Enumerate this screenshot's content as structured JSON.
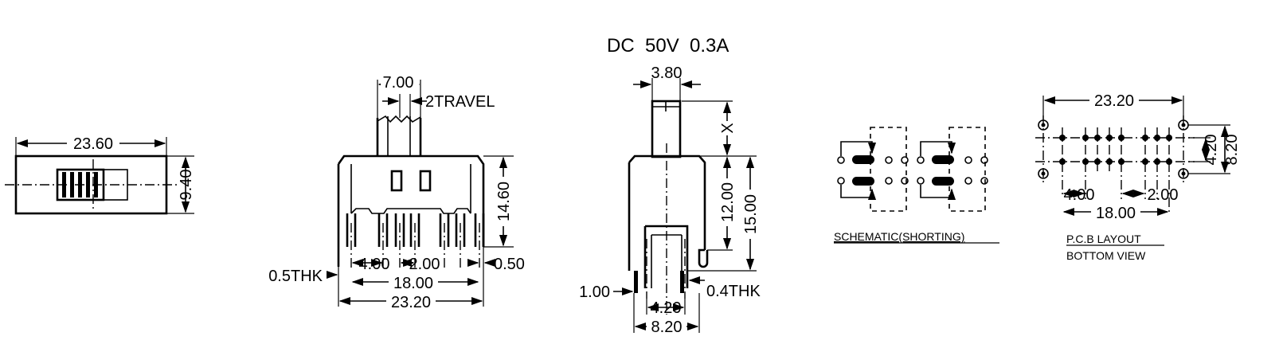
{
  "rating": "DC  50V  0.3A",
  "top_view": {
    "width": "23.60",
    "height": "9.40"
  },
  "front_view": {
    "actuator_width": "7.00",
    "travel": "2TRAVEL",
    "height": "14.60",
    "tab_thickness": "0.5THK",
    "pitch_outer": "4.00",
    "pitch_inner": "2.00",
    "pin_offset": "0.50",
    "pin_span": "18.00",
    "overall_width": "23.20"
  },
  "side_view": {
    "actuator_width": "3.80",
    "actuator_height": "X",
    "body_height": "12.00",
    "overall_height": "15.00",
    "pin_width": "1.00",
    "pin_thickness": "0.4THK",
    "pin_row_spacing": "4.20",
    "overall_depth": "8.20"
  },
  "schematic": {
    "title": "SCHEMATIC(SHORTING)"
  },
  "pcb_layout": {
    "title_line1": "P.C.B LAYOUT",
    "title_line2": "BOTTOM VIEW",
    "width": "23.20",
    "row_spacing": "4.20",
    "depth": "8.20",
    "pitch_outer": "4.00",
    "pitch_inner": "2.00",
    "pin_span": "18.00"
  }
}
